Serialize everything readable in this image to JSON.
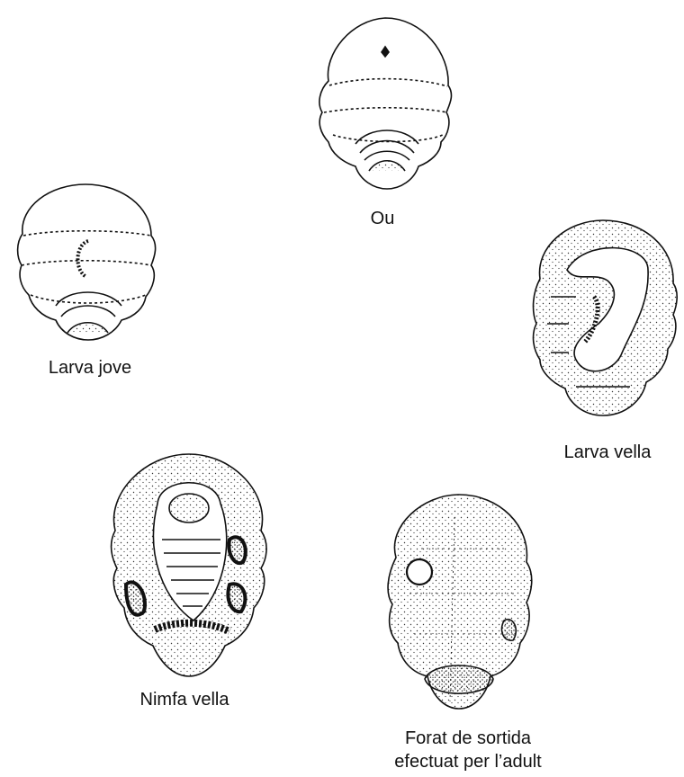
{
  "stages": {
    "egg": {
      "label": "Ou"
    },
    "young_larva": {
      "label": "Larva jove"
    },
    "old_larva": {
      "label": "Larva vella"
    },
    "old_pupa": {
      "label": "Nimfa vella"
    },
    "exit_hole": {
      "label": "Forat de sortida efectuat per l’adult"
    }
  },
  "colors": {
    "ink": "#111111",
    "paper": "#ffffff"
  }
}
